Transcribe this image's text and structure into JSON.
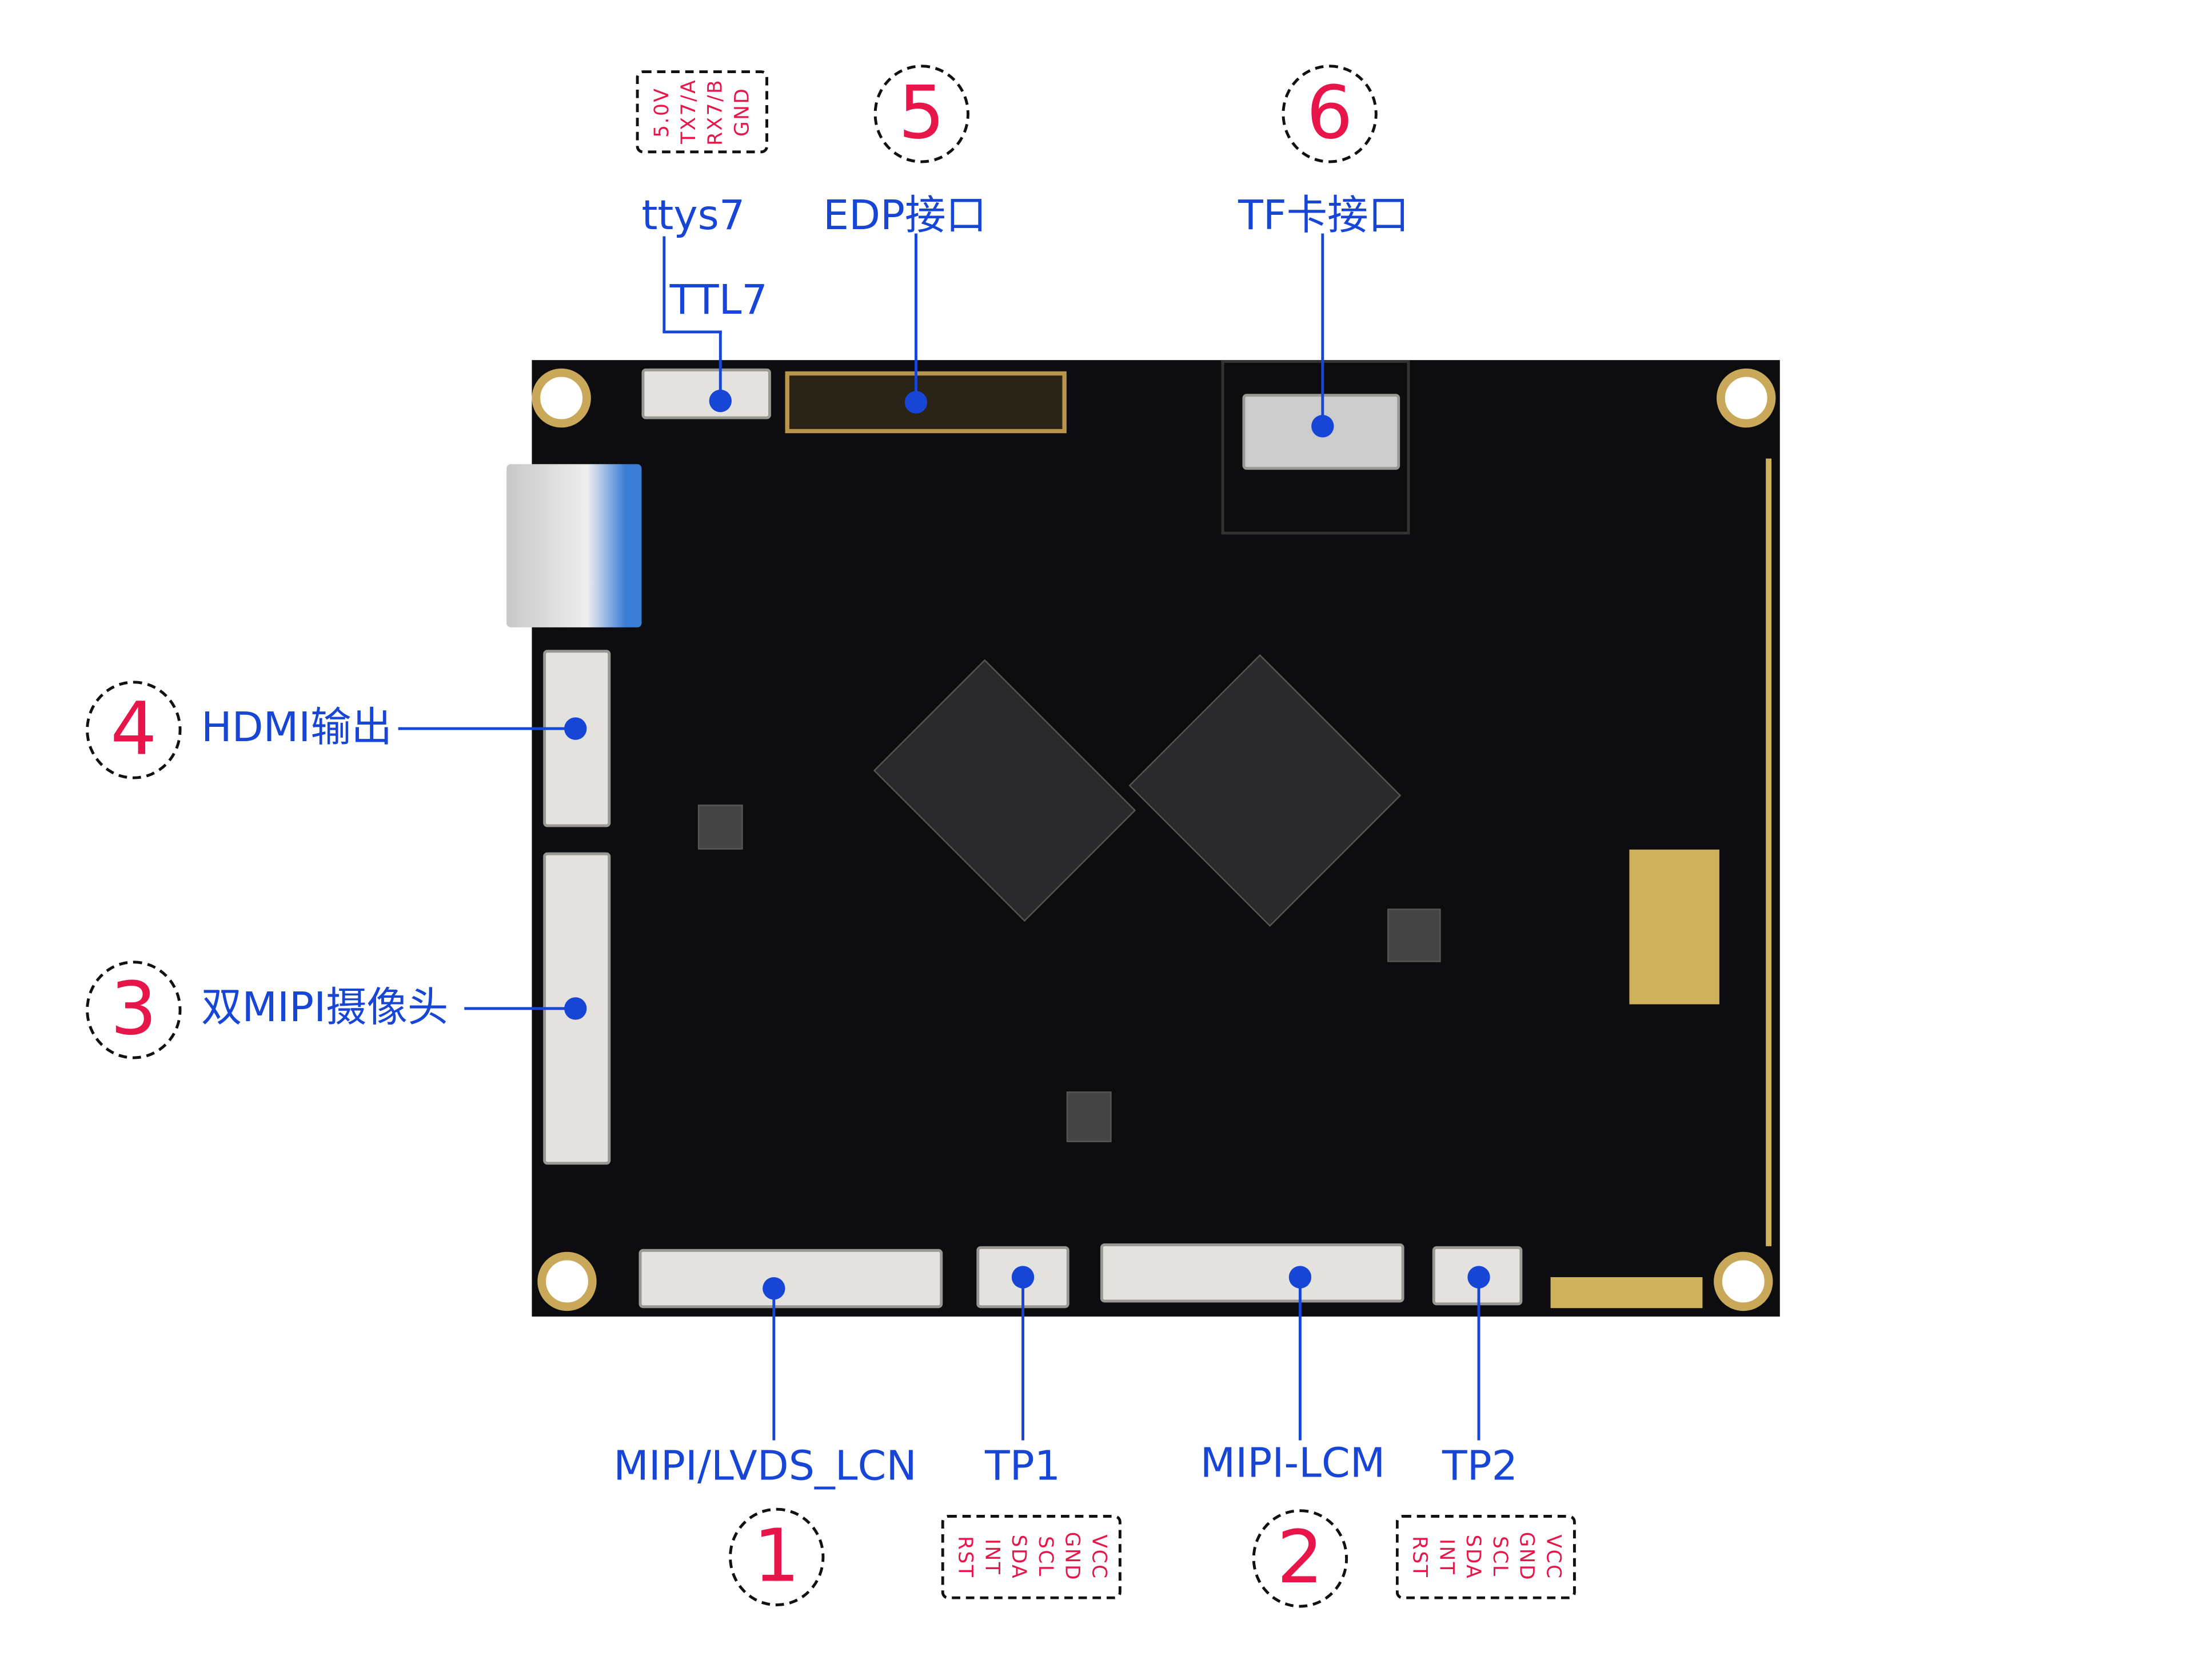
{
  "colors": {
    "label": "#1746d6",
    "number": "#e8154b",
    "board": "#0d0d0f"
  },
  "top": {
    "ttl_pins": [
      "5.0V",
      "TX7/A",
      "RX7/B",
      "GND"
    ],
    "ttys7": "ttys7",
    "ttl7": "TTL7",
    "edp": {
      "num": "5",
      "label": "EDP接口"
    },
    "tf": {
      "num": "6",
      "label": "TF卡接口"
    }
  },
  "left": {
    "hdmi": {
      "num": "4",
      "label": "HDMI输出"
    },
    "camera": {
      "num": "3",
      "label": "双MIPI摄像头"
    }
  },
  "bottom": {
    "lvds": {
      "num": "1",
      "label": "MIPI/LVDS_LCN"
    },
    "tp1": {
      "label": "TP1",
      "pins": [
        "VCC",
        "GND",
        "SCL",
        "SDA",
        "INT",
        "RST"
      ]
    },
    "mipi": {
      "num": "2",
      "label": "MIPI-LCM"
    },
    "tp2": {
      "label": "TP2",
      "pins": [
        "VCC",
        "GND",
        "SCL",
        "SDA",
        "INT",
        "RST"
      ]
    }
  }
}
